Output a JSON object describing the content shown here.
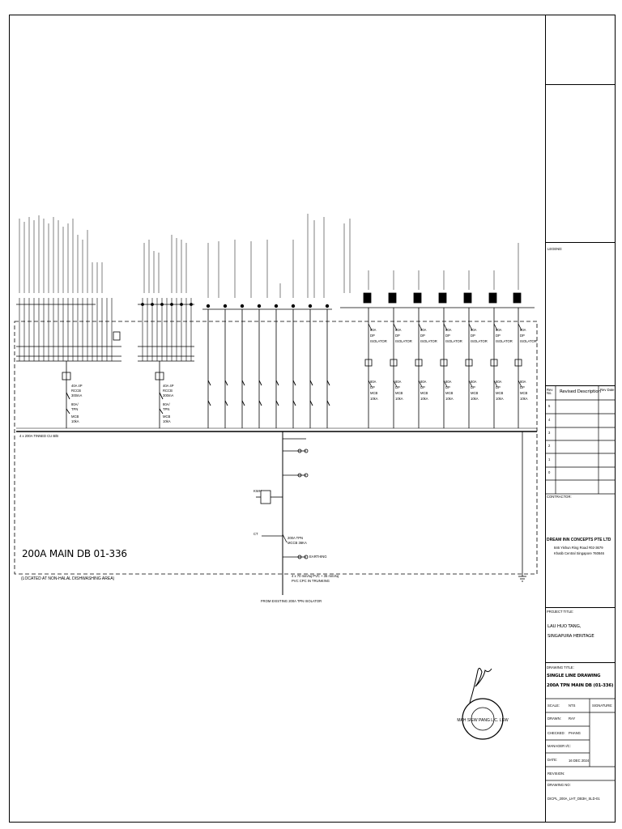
{
  "drawing": {
    "main_title": "200A MAIN DB 01-336",
    "location_note": "(LOCATED AT NON-HALAL DISHWASHING AREA)",
    "incoming_note": "FROM EXISTING 200A TPN ISOLATOR",
    "busbar_label": "4 x 200A TINNED CU B/B",
    "incoming_cable_1": "4 x 70 mm/sq PVC + 35 mm/sq",
    "incoming_cable_2": "PVC CPC IN TRUNKING",
    "main_breaker": "200A TPN",
    "main_breaker_2": "MCCB 36KA",
    "earth_label": "EARTHING",
    "section_labels": {
      "rccb": "40A 4P",
      "rccb2": "RCCB",
      "rccb3": "300mA",
      "mcb_a": "80A/",
      "mcb_b": "TPN",
      "mcb_c": "MCB",
      "mcb_d": "10kA",
      "iso_a": "80A",
      "iso_b": "DP",
      "iso_c": "ISOLATOR",
      "mcb2_a": "80A",
      "mcb2_b": "DP",
      "mcb2_c": "MCB",
      "mcb2_d": "10kA"
    },
    "meter_labels": {
      "m1": "KWH",
      "m2": "CT"
    }
  },
  "title_block": {
    "legend_label": "LEGEND:",
    "rev_header": {
      "col1": "Rev No.",
      "col2": "Revised Description",
      "col3": "Rev Date"
    },
    "rev_rows": [
      "5",
      "4",
      "3",
      "2",
      "1",
      "0"
    ],
    "contractor_label": "CONTRACTOR:",
    "contractor_name": "DREAM INN CONCEPTS PTE LTD",
    "contractor_addr1": "846 Yishun Ring Road #02-3679",
    "contractor_addr2": "Khatib Central Singapore 760846",
    "project_label": "PROJECT TITLE:",
    "project_1": "LAU HUO TANG,",
    "project_2": "SINGAPURA HERITAGE",
    "drawing_title_label": "DRAWING TITLE:",
    "drawing_title_1": "SINGLE LINE DRAWING",
    "drawing_title_2": "200A TPN MAIN DB (01-336)",
    "scale_label": "SCALE:",
    "scale_value": "NTS",
    "signature_label": "SIGNATURE:",
    "drawn_label": "DRAWN:",
    "drawn_value": "RAY",
    "checked_label": "CHECKED:",
    "checked_value": "PHANG",
    "manager_label": "MANAGER I/C:",
    "date_label": "DATE:",
    "date_value": "16 DEC 2024",
    "revision_label": "REVISION:",
    "drawing_no_label": "DRAWING NO:",
    "drawing_no_value": "DICPL_200A_LHT_DB3H_SLD-01"
  },
  "stamp": {
    "text": "MAH SIEW PANG LIC. LEW"
  },
  "colors": {
    "ink": "#000000",
    "paper": "#ffffff"
  }
}
